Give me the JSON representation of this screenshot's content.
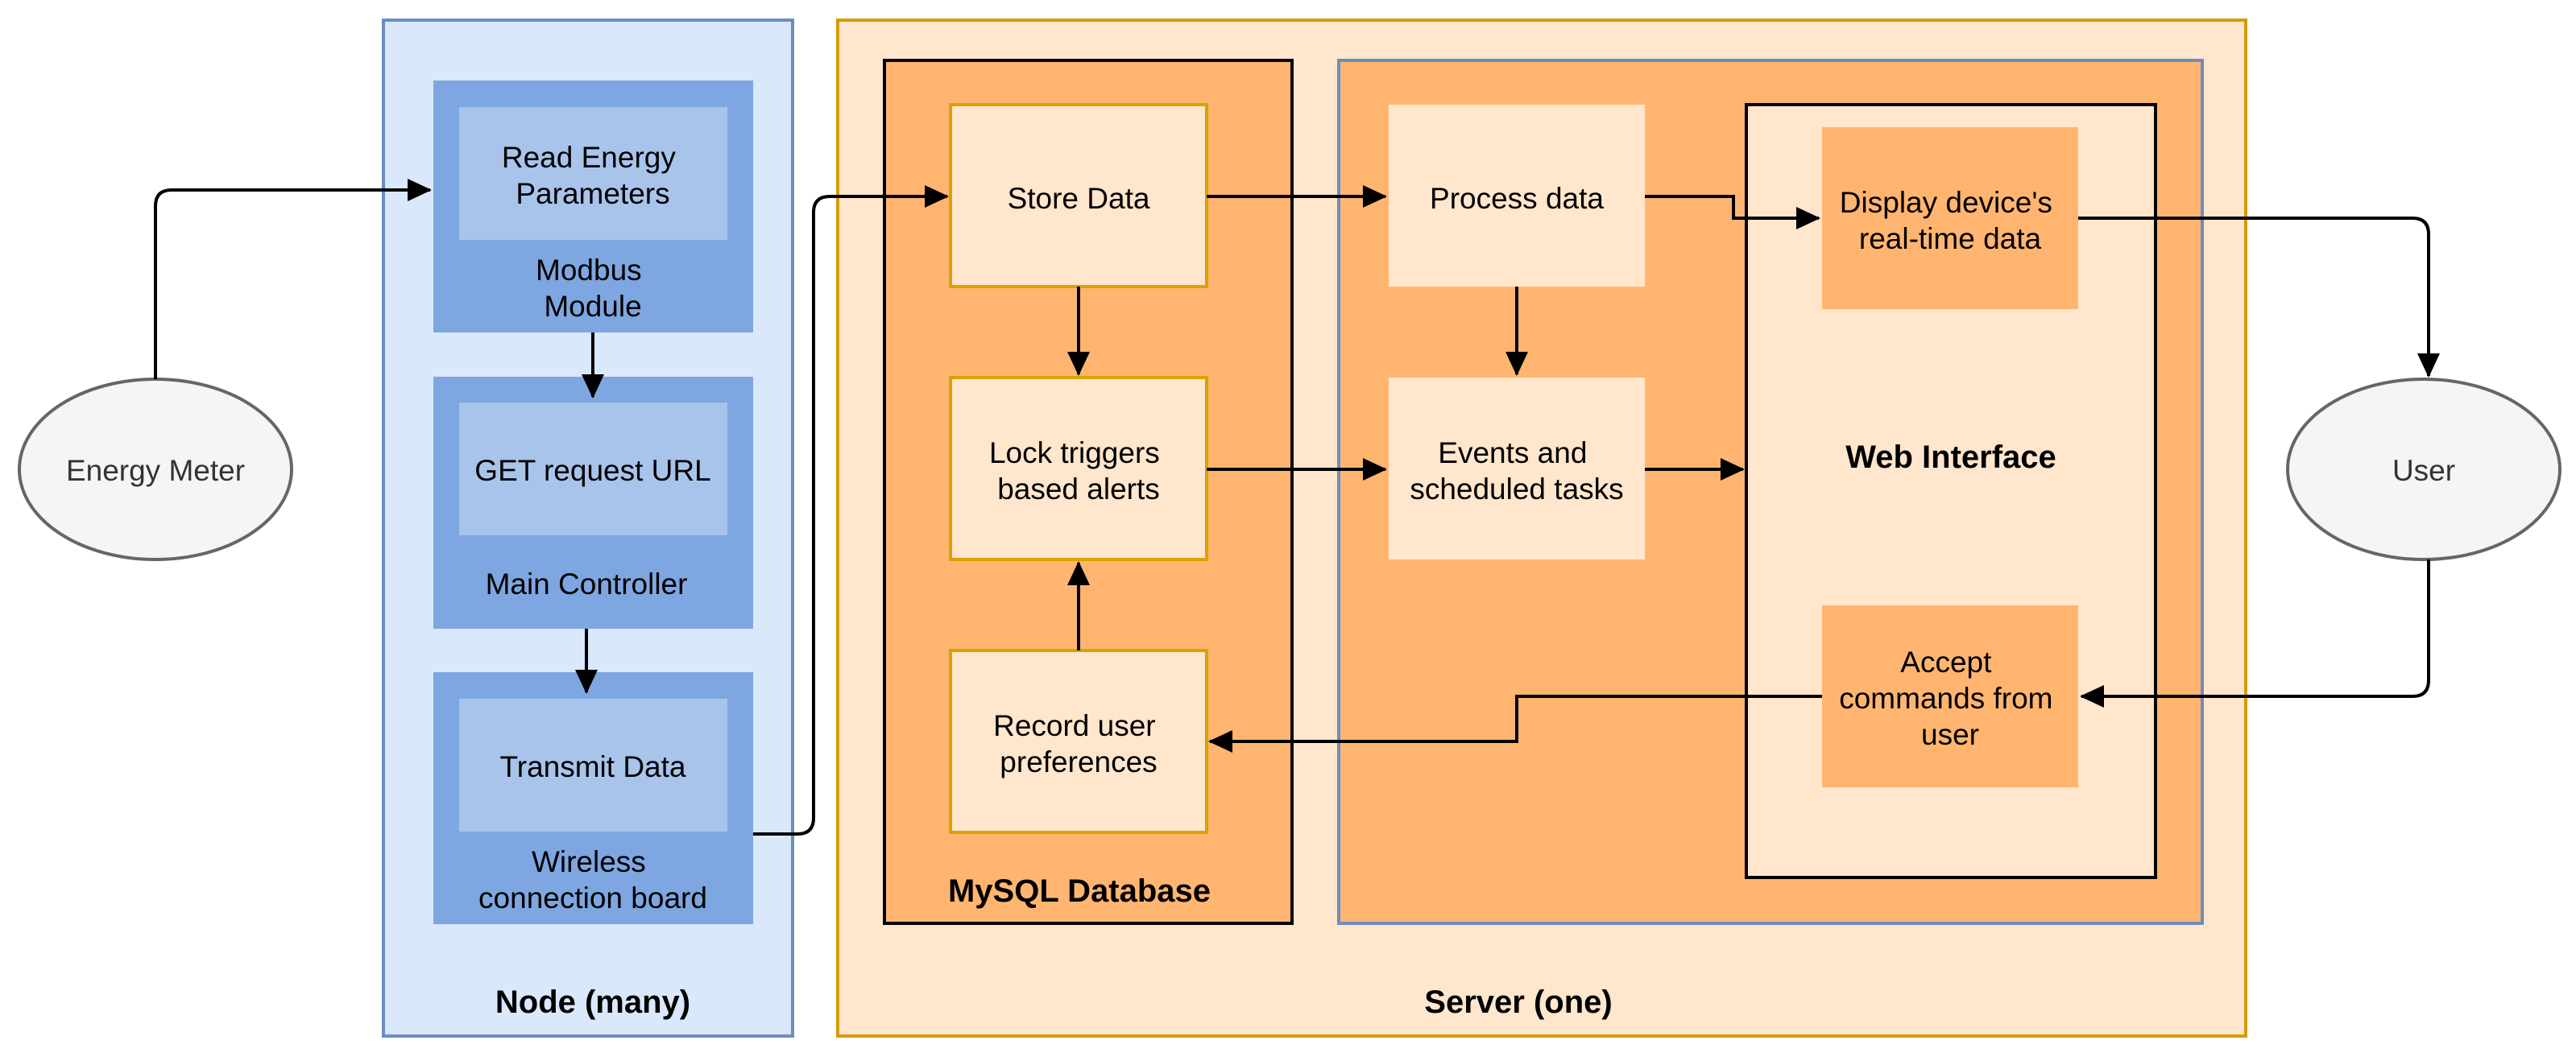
{
  "colors": {
    "node_bg": "#dae8fc",
    "node_border": "#6c8ebf",
    "module_dark": "#7ea6e0",
    "module_light": "#a9c4eb",
    "server_bg": "#ffe6cc",
    "server_border": "#d79b00",
    "panel_orange": "#ffb570",
    "box_peach": "#ffe6cc",
    "box_border": "#d6a400",
    "ellipse_fill": "#f5f5f5",
    "ellipse_border": "#666666"
  },
  "actors": {
    "energy_meter": "Energy Meter",
    "user": "User"
  },
  "node": {
    "title": "Node (many)",
    "modbus": {
      "task": [
        "Read Energy",
        "Parameters"
      ],
      "label": [
        "Modbus",
        "Module"
      ]
    },
    "controller": {
      "task": [
        "GET request URL"
      ],
      "label": [
        "Main Controller"
      ]
    },
    "wireless": {
      "task": [
        "Transmit Data"
      ],
      "label": [
        "Wireless",
        "connection board"
      ]
    }
  },
  "server": {
    "title": "Server (one)",
    "database": {
      "title": "MySQL Database",
      "store": [
        "Store Data"
      ],
      "lock": [
        "Lock triggers",
        "based alerts"
      ],
      "record": [
        "Record user",
        "preferences"
      ]
    },
    "process": [
      "Process data"
    ],
    "events": [
      "Events and",
      "scheduled tasks"
    ],
    "web": {
      "title": "Web Interface",
      "display": [
        "Display device's",
        "real-time data"
      ],
      "accept": [
        "Accept",
        "commands from",
        "user"
      ]
    }
  }
}
